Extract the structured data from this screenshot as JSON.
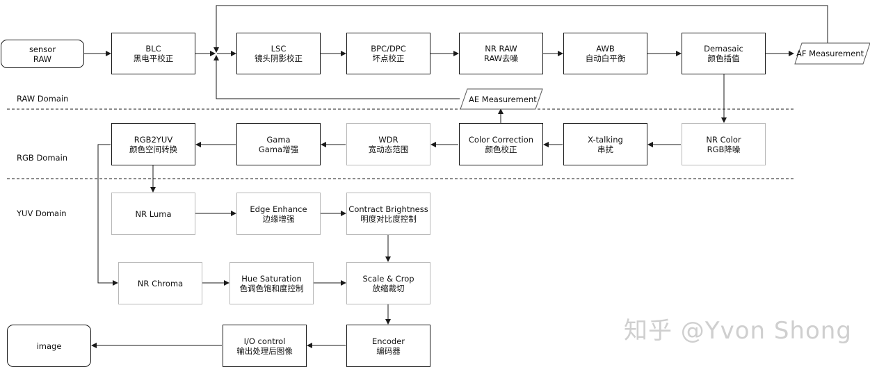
{
  "domains": {
    "raw": "RAW Domain",
    "rgb": "RGB Domain",
    "yuv": "YUV Domain"
  },
  "nodes": {
    "sensor": {
      "line1": "sensor",
      "line2": "RAW"
    },
    "blc": {
      "line1": "BLC",
      "line2": "黑电平校正"
    },
    "lsc": {
      "line1": "LSC",
      "line2": "镜头阴影校正"
    },
    "bpc": {
      "line1": "BPC/DPC",
      "line2": "坏点校正"
    },
    "nr_raw": {
      "line1": "NR RAW",
      "line2": "RAW去噪"
    },
    "awb": {
      "line1": "AWB",
      "line2": "自动白平衡"
    },
    "demosaic": {
      "line1": "Demasaic",
      "line2": "颜色插值"
    },
    "af": {
      "line1": "AF Measurement"
    },
    "ae": {
      "line1": "AE Measurement"
    },
    "nr_color": {
      "line1": "NR Color",
      "line2": "RGB降噪"
    },
    "xtalk": {
      "line1": "X-talking",
      "line2": "串扰"
    },
    "color_corr": {
      "line1": "Color Correction",
      "line2": "颜色校正"
    },
    "wdr": {
      "line1": "WDR",
      "line2": "宽动态范围"
    },
    "gama": {
      "line1": "Gama",
      "line2": "Gama增强"
    },
    "rgb2yuv": {
      "line1": "RGB2YUV",
      "line2": "颜色空间转换"
    },
    "nr_luma": {
      "line1": "NR Luma"
    },
    "edge": {
      "line1": "Edge Enhance",
      "line2": "边缘增强"
    },
    "contrast": {
      "line1": "Contract Brightness",
      "line2": "明度对比度控制"
    },
    "nr_chroma": {
      "line1": "NR Chroma"
    },
    "hue": {
      "line1": "Hue Saturation",
      "line2": "色调色饱和度控制"
    },
    "scale": {
      "line1": "Scale & Crop",
      "line2": "放缩裁切"
    },
    "encoder": {
      "line1": "Encoder",
      "line2": "编码器"
    },
    "io": {
      "line1": "I/O control",
      "line2": "输出处理后图像"
    },
    "image": {
      "line1": "image"
    }
  },
  "watermark": "知乎 @Yvon Shong",
  "colors": {
    "stroke": "#1a1a1a",
    "light_border": "#b8b8b8",
    "watermark": "#cfcfcf"
  }
}
